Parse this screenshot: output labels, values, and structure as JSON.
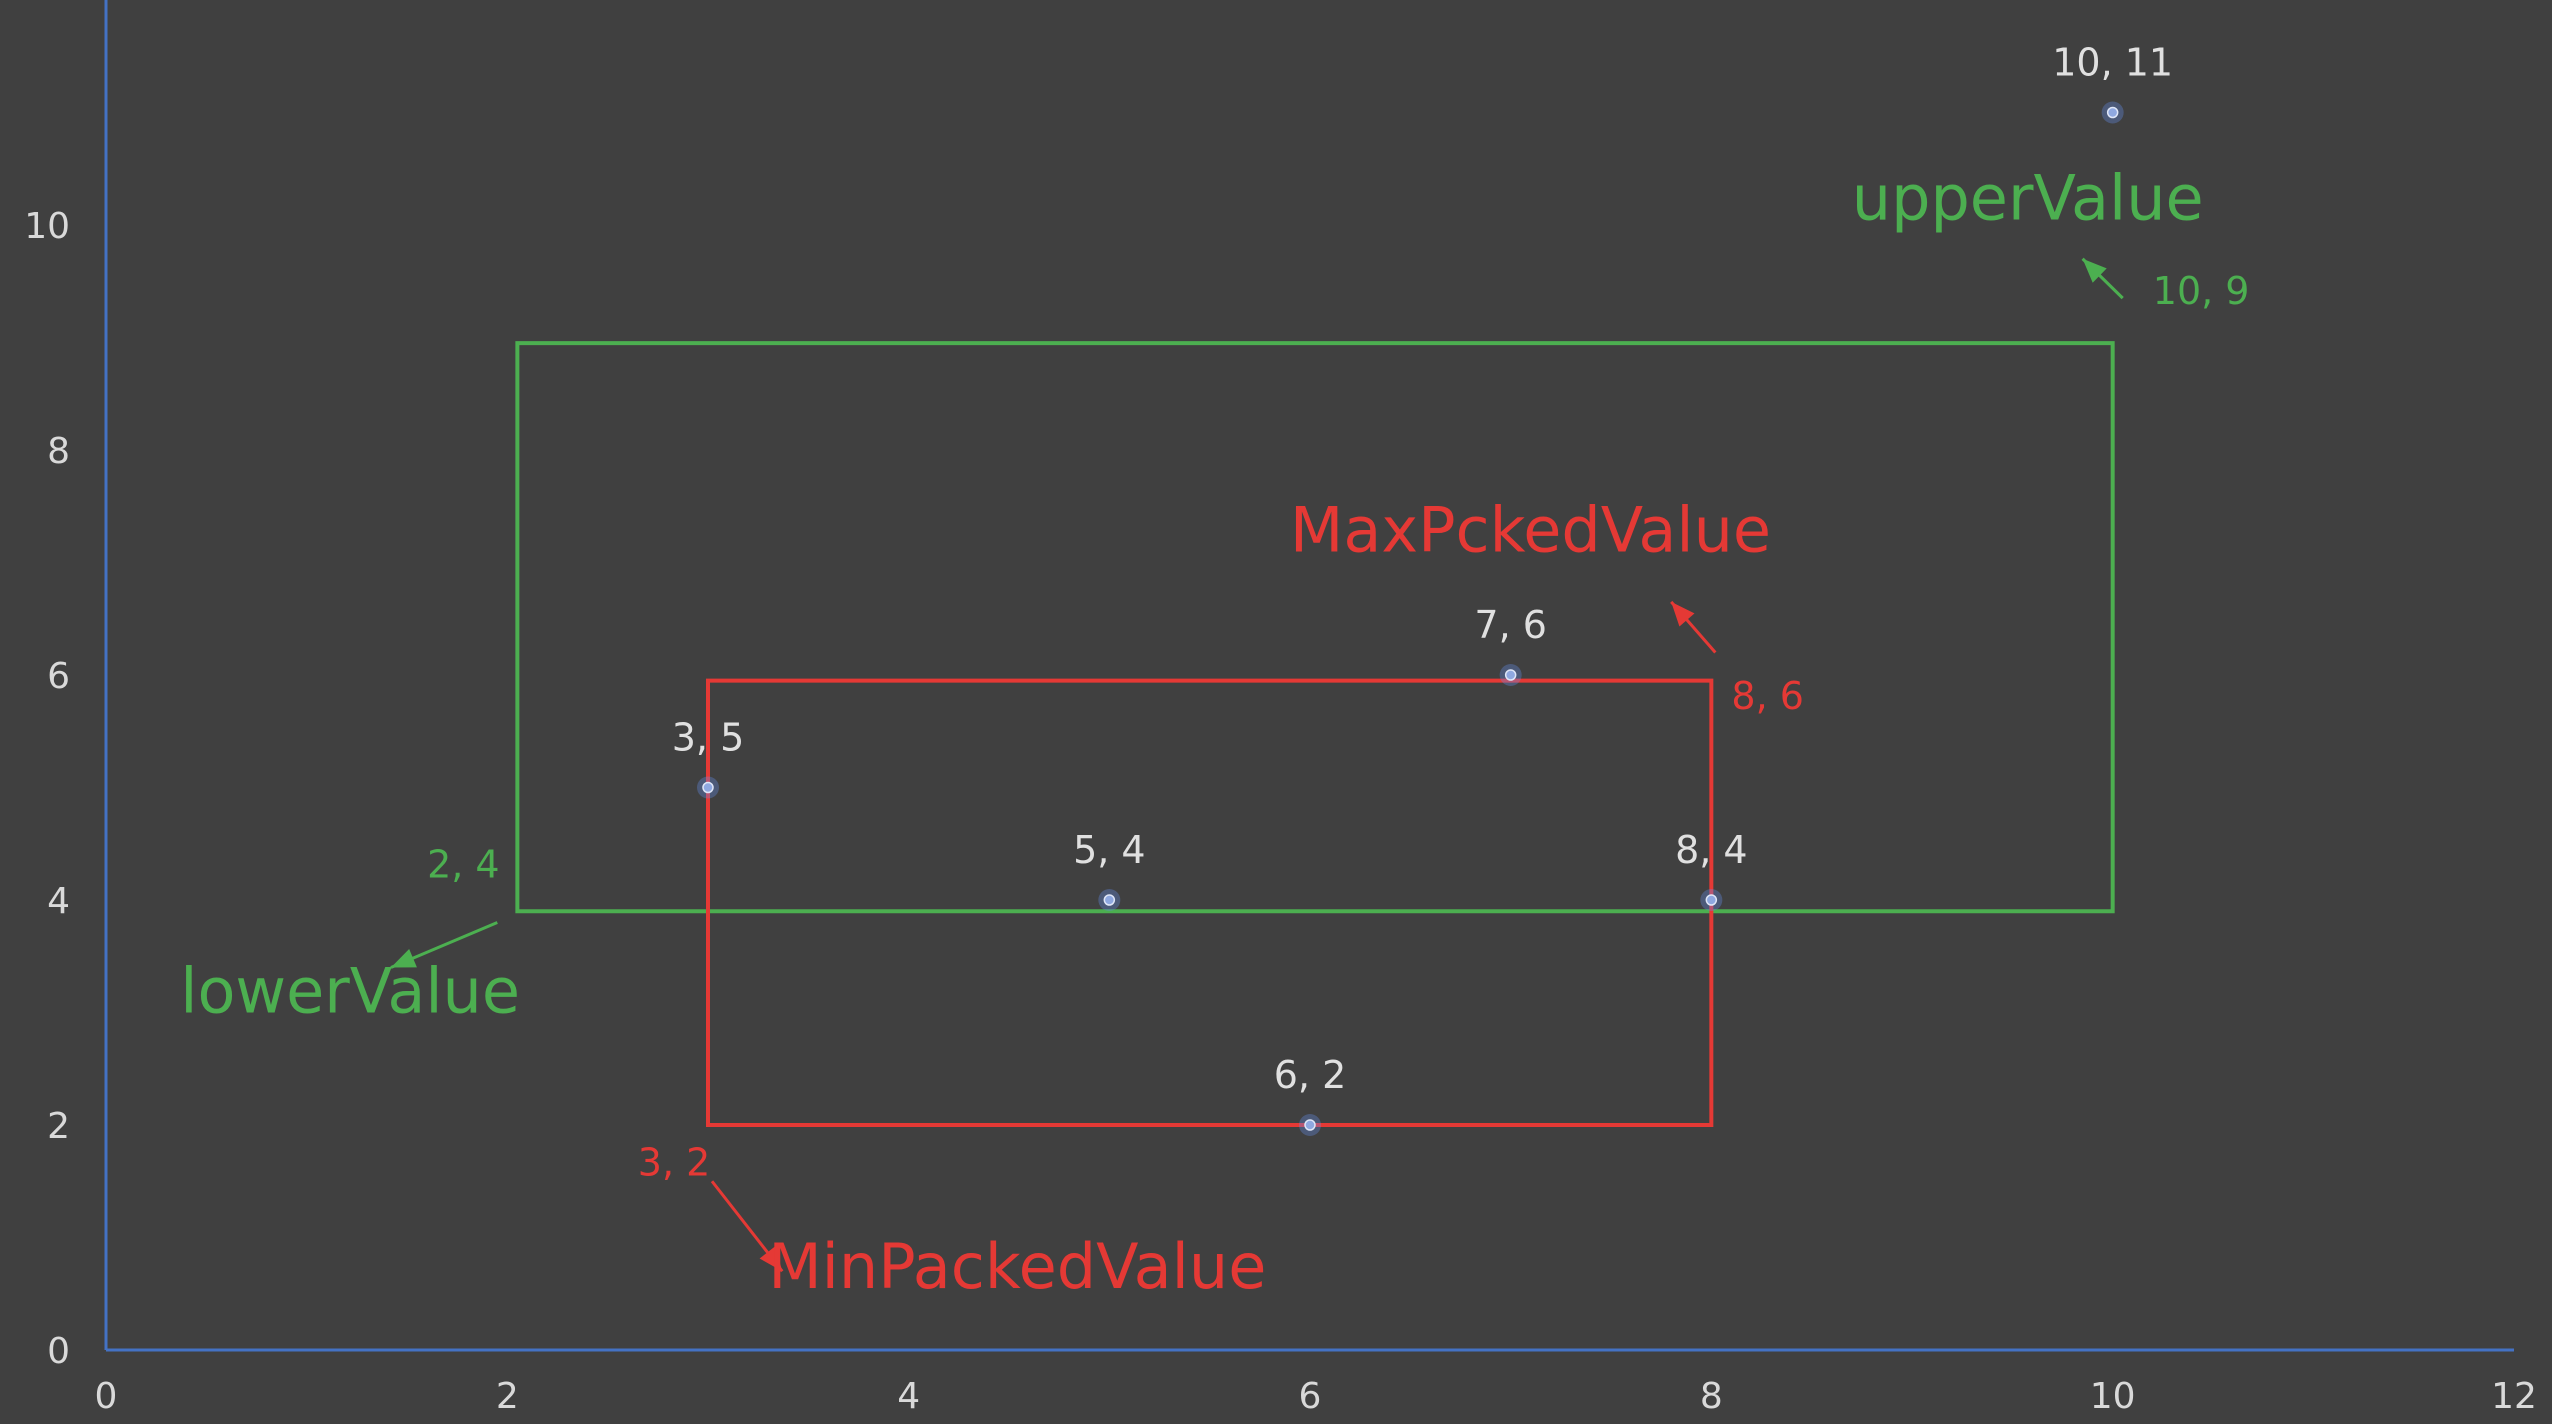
{
  "chart_data": {
    "type": "scatter",
    "xlim": [
      0,
      12
    ],
    "ylim": [
      0,
      12
    ],
    "xticks": [
      "0",
      "2",
      "4",
      "6",
      "8",
      "10",
      "12"
    ],
    "yticks": [
      "0",
      "2",
      "4",
      "6",
      "8",
      "10"
    ],
    "grid": false,
    "colors": {
      "background": "#404040",
      "axis": "#4472c4",
      "point": "#8fa8e0",
      "point_label": "#e0e0e0",
      "green": "#4caf50",
      "red": "#e53935"
    },
    "points": [
      {
        "x": 10,
        "y": 11,
        "label": "10, 11"
      },
      {
        "x": 7,
        "y": 6,
        "label": "7, 6"
      },
      {
        "x": 3,
        "y": 5,
        "label": "3, 5"
      },
      {
        "x": 5,
        "y": 4,
        "label": "5, 4"
      },
      {
        "x": 8,
        "y": 4,
        "label": "8, 4"
      },
      {
        "x": 6,
        "y": 2,
        "label": "6, 2"
      }
    ],
    "boxes": [
      {
        "color": "green",
        "x0": 2.05,
        "y0": 3.9,
        "x1": 10,
        "y1": 8.95,
        "annotations": [
          {
            "name": "upperValue",
            "corner_label": "10, 9",
            "corner": [
              10,
              9
            ]
          },
          {
            "name": "lowerValue",
            "corner_label": "2, 4",
            "corner": [
              2,
              4
            ]
          }
        ]
      },
      {
        "color": "red",
        "x0": 3,
        "y0": 2,
        "x1": 8,
        "y1": 5.95,
        "annotations": [
          {
            "name": "MaxPckedValue",
            "corner_label": "8, 6",
            "corner": [
              8,
              6
            ]
          },
          {
            "name": "MinPackedValue",
            "corner_label": "3, 2",
            "corner": [
              3,
              2
            ]
          }
        ]
      }
    ],
    "annotations": [
      {
        "text": "upperValue",
        "color": "green",
        "kind": "name",
        "x": 8.7,
        "y": 10.05,
        "anchor": "start"
      },
      {
        "text": "10, 9",
        "color": "green",
        "kind": "corner",
        "x": 10.2,
        "y": 9.3,
        "anchor": "start"
      },
      {
        "text": "2, 4",
        "color": "green",
        "kind": "corner",
        "x": 1.6,
        "y": 4.2,
        "anchor": "start"
      },
      {
        "text": "lowerValue",
        "color": "green",
        "kind": "name",
        "x": 0.37,
        "y": 3.0,
        "anchor": "start"
      },
      {
        "text": "MaxPckedValue",
        "color": "red",
        "kind": "name",
        "x": 5.9,
        "y": 7.1,
        "anchor": "start"
      },
      {
        "text": "8, 6",
        "color": "red",
        "kind": "corner",
        "x": 8.1,
        "y": 5.7,
        "anchor": "start"
      },
      {
        "text": "3, 2",
        "color": "red",
        "kind": "corner",
        "x": 2.65,
        "y": 1.55,
        "anchor": "start"
      },
      {
        "text": "MinPackedValue",
        "color": "red",
        "kind": "name",
        "x": 3.3,
        "y": 0.55,
        "anchor": "start"
      }
    ],
    "arrows": [
      {
        "color": "green",
        "from": [
          10.05,
          9.35
        ],
        "to": [
          9.85,
          9.7
        ]
      },
      {
        "color": "green",
        "from": [
          1.95,
          3.8
        ],
        "to": [
          1.42,
          3.4
        ]
      },
      {
        "color": "red",
        "from": [
          8.02,
          6.2
        ],
        "to": [
          7.8,
          6.65
        ]
      },
      {
        "color": "red",
        "from": [
          3.02,
          1.5
        ],
        "to": [
          3.37,
          0.7
        ]
      }
    ]
  }
}
